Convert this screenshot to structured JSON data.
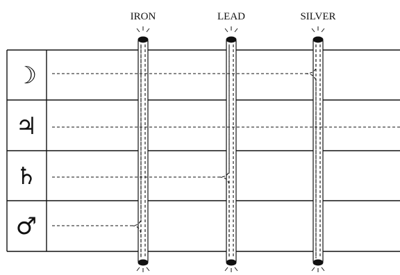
{
  "columns": [
    {
      "label": "IRON"
    },
    {
      "label": "LEAD"
    },
    {
      "label": "SILVER"
    }
  ],
  "rows": [
    {
      "symbol": "☽",
      "icon": "moon-icon",
      "exits_at": "SILVER",
      "continues": false
    },
    {
      "symbol": "♃",
      "icon": "jupiter-icon",
      "exits_at": null,
      "continues": true
    },
    {
      "symbol": "♄",
      "icon": "saturn-icon",
      "exits_at": "LEAD",
      "continues": false
    },
    {
      "symbol": "♂",
      "icon": "mars-icon",
      "exits_at": "IRON",
      "continues": false
    }
  ]
}
